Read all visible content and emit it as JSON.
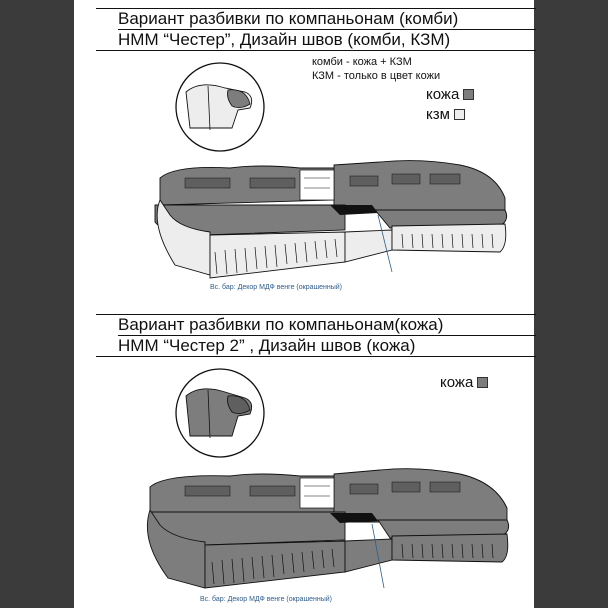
{
  "section1": {
    "title_line1": "Вариант разбивки по компаньонам (комби)",
    "title_line2": "НММ “Честер”, Дизайн швов (комби, КЗМ)",
    "note_line1": "комби - кожа + КЗМ",
    "note_line2": "КЗМ - только в цвет кожи",
    "legend": [
      {
        "label": "кожа",
        "color": "#7d7d7d"
      },
      {
        "label": "кзм",
        "color": "#eeeeee"
      }
    ],
    "caption": "Вс. бар: Декор МДФ венге (окрашенный)"
  },
  "section2": {
    "title_line1": "Вариант разбивки по компаньонам(кожа)",
    "title_line2": "НММ “Честер 2” , Дизайн швов (кожа)",
    "legend": [
      {
        "label": "кожа",
        "color": "#7d7d7d"
      }
    ],
    "caption": "Вс. бар: Декор МДФ венге (окрашенный)"
  },
  "colors": {
    "leather": "#7d7d7d",
    "leather_dark": "#5f5f5f",
    "kzm": "#eeeeee",
    "background": "#3b3b3b",
    "caption": "#2f5d8c"
  }
}
